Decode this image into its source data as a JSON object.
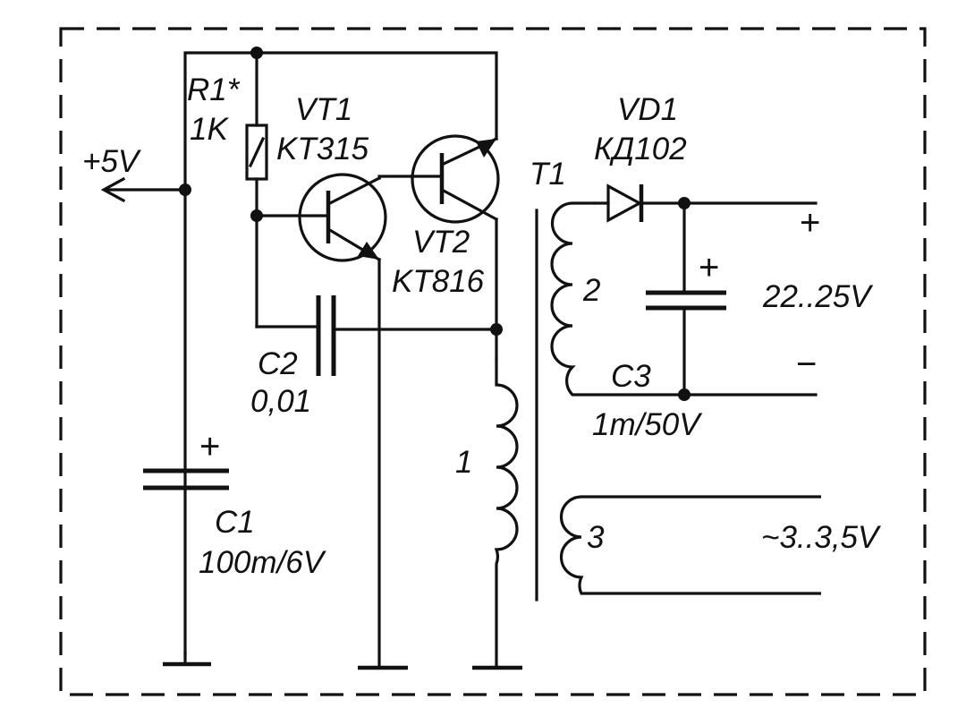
{
  "labels": {
    "supply": "+5V",
    "r1_name": "R1*",
    "r1_value": "1K",
    "vt1_name": "VT1",
    "vt1_type": "KT315",
    "vt2_name": "VT2",
    "vt2_type": "KT816",
    "t1_name": "T1",
    "vd1_name": "VD1",
    "vd1_type": "КД102",
    "c2_name": "C2",
    "c2_value": "0,01",
    "c3_name": "C3",
    "c3_value": "1m/50V",
    "c1_name": "C1",
    "c1_value": "100m/6V",
    "winding1": "1",
    "winding2": "2",
    "winding3": "3",
    "out_high": "22..25V",
    "out_low": "~3..3,5V",
    "plus_out": "+",
    "minus_out": "−",
    "plus_c3": "+",
    "plus_c1": "+"
  }
}
